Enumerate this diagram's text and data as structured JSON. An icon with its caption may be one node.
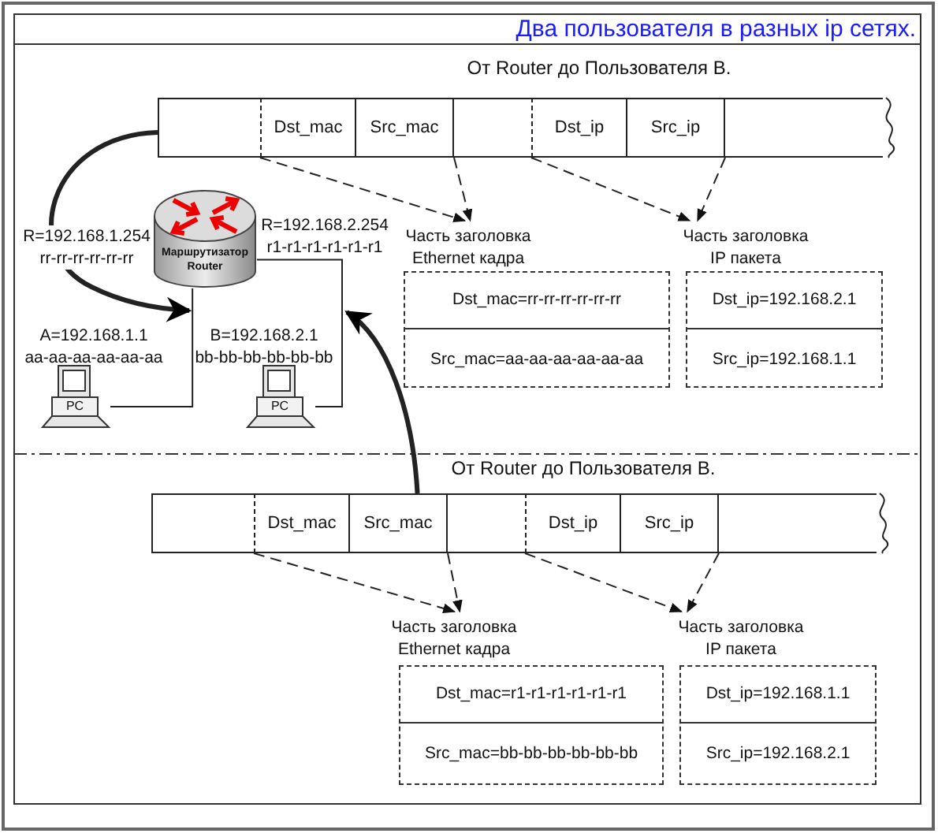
{
  "diagram": {
    "title": "Два пользователя в разных ip сетях.",
    "nodes": [
      {
        "text": [
          "От Router до Пользователя B."
        ]
      },
      {
        "text": [
          "Dst_mac"
        ],
        "in": 0
      },
      {
        "text": [
          "Src_mac"
        ],
        "in": 0
      },
      {
        "text": [
          "Dst_ip"
        ],
        "in": 0
      },
      {
        "text": [
          "Src_ip"
        ],
        "in": 0
      },
      {
        "text": [
          "Часть заголовка Ethernet кадра"
        ]
      },
      {
        "text": [
          "Dst_mac=rr-rr-rr-rr-rr-rr"
        ],
        "in": 5
      },
      {
        "text": [
          "Src_mac=aa-aa-aa-aa-aa-aa"
        ],
        "in": 5
      },
      {
        "text": [
          "Часть заголовка IP пакета"
        ]
      },
      {
        "text": [
          "Dst_ip=192.168.2.1"
        ],
        "in": 8
      },
      {
        "text": [
          "Src_ip=192.168.1.1"
        ],
        "in": 8
      },
      {
        "text": [
          "Маршрутизатор Router"
        ]
      },
      {
        "text": [
          "PC"
        ],
        "beside": [
          "A=192.168.1.1 aa-aa-aa-aa-aa-aa"
        ]
      },
      {
        "text": [
          "PC"
        ],
        "beside": [
          "B=192.168.2.1 bb-bb-bb-bb-bb-bb"
        ]
      },
      {
        "text": [
          "От Router до Пользователя B."
        ]
      },
      {
        "text": [
          "Dst_mac"
        ],
        "in": 14
      },
      {
        "text": [
          "Src_mac"
        ],
        "in": 14
      },
      {
        "text": [
          "Dst_ip"
        ],
        "in": 14
      },
      {
        "text": [
          "Src_ip"
        ],
        "in": 14
      },
      {
        "text": [
          "Часть заголовка Ethernet кадра"
        ]
      },
      {
        "text": [
          "Dst_mac=r1-r1-r1-r1-r1-r1"
        ],
        "in": 19
      },
      {
        "text": [
          "Src_mac=bb-bb-bb-bb-bb-bb"
        ],
        "in": 19
      },
      {
        "text": [
          "Часть заголовка IP пакета"
        ]
      },
      {
        "text": [
          "Dst_ip=192.168.1.1"
        ],
        "in": 22
      },
      {
        "text": [
          "Src_ip=192.168.2.1"
        ],
        "in": 22
      }
    ],
    "edges": [
      {
        "from": 11,
        "to": 12,
        "arrow": "none"
      },
      {
        "from": 11,
        "to": 13,
        "arrow": "none"
      },
      {
        "from": 1,
        "to": 5,
        "arrow": "to",
        "style": "dashed"
      },
      {
        "from": 2,
        "to": 5,
        "arrow": "to",
        "style": "dashed"
      },
      {
        "from": 3,
        "to": 8,
        "arrow": "to",
        "style": "dashed"
      },
      {
        "from": 4,
        "to": 8,
        "arrow": "to",
        "style": "dashed"
      },
      {
        "from": 0,
        "to": 12,
        "arrow": "to",
        "style": "thick"
      },
      {
        "from": 15,
        "to": 19,
        "arrow": "to",
        "style": "dashed"
      },
      {
        "from": 16,
        "to": 19,
        "arrow": "to",
        "style": "dashed"
      },
      {
        "from": 17,
        "to": 22,
        "arrow": "to",
        "style": "dashed"
      },
      {
        "from": 18,
        "to": 22,
        "arrow": "to",
        "style": "dashed"
      },
      {
        "from": 16,
        "to": 13,
        "arrow": "to",
        "style": "thick"
      }
    ],
    "labels": [
      "R=192.168.1.254 rr-rr-rr-rr-rr-rr",
      "R=192.168.2.254 r1-r1-r1-r1-r1-r1"
    ]
  }
}
